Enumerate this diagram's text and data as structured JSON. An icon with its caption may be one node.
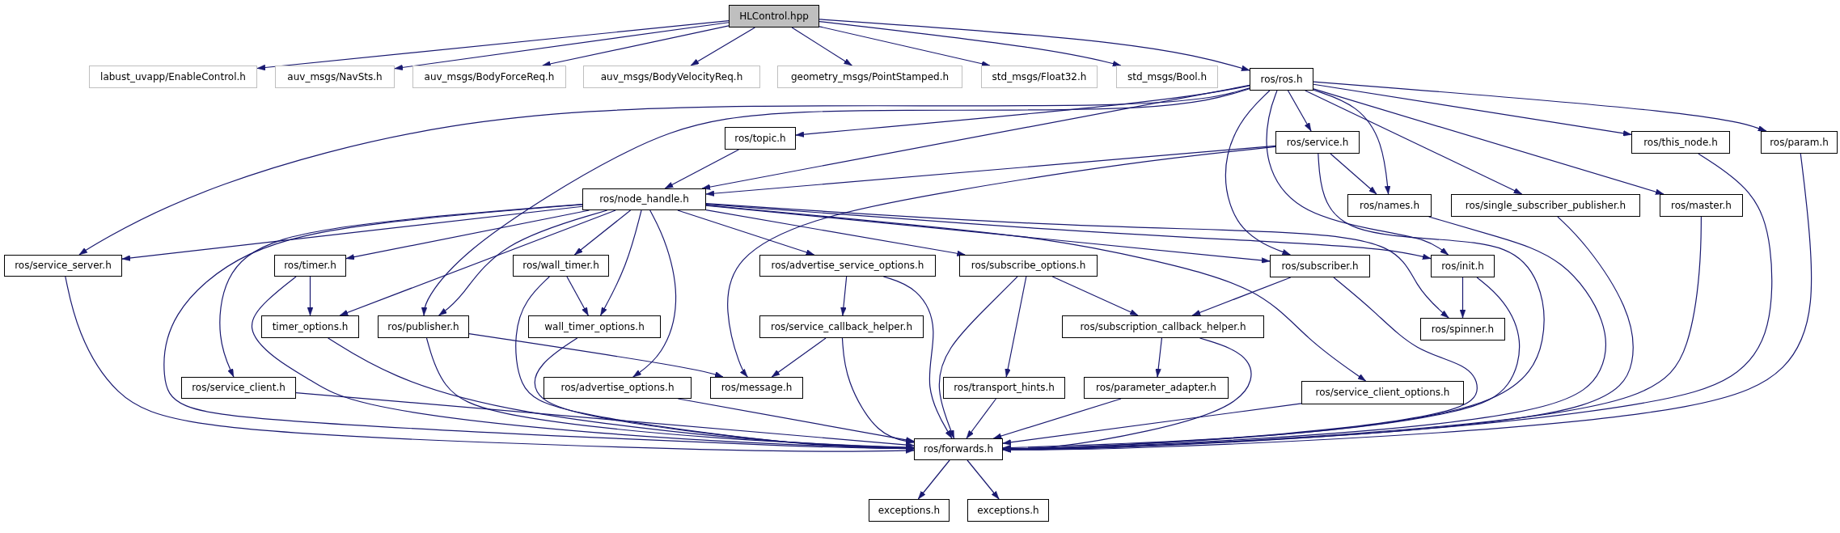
{
  "diagram": {
    "nodes": [
      {
        "text": [
          "HLControl.hpp"
        ]
      },
      {
        "text": [
          "labust_uvapp/EnableControl.h"
        ]
      },
      {
        "text": [
          "auv_msgs/NavSts.h"
        ]
      },
      {
        "text": [
          "auv_msgs/BodyForceReq.h"
        ]
      },
      {
        "text": [
          "auv_msgs/BodyVelocityReq.h"
        ]
      },
      {
        "text": [
          "geometry_msgs/PointStamped.h"
        ]
      },
      {
        "text": [
          "std_msgs/Float32.h"
        ]
      },
      {
        "text": [
          "std_msgs/Bool.h"
        ]
      },
      {
        "text": [
          "ros/ros.h"
        ]
      },
      {
        "text": [
          "ros/topic.h"
        ]
      },
      {
        "text": [
          "ros/service.h"
        ]
      },
      {
        "text": [
          "ros/this_node.h"
        ]
      },
      {
        "text": [
          "ros/param.h"
        ]
      },
      {
        "text": [
          "ros/node_handle.h"
        ]
      },
      {
        "text": [
          "ros/names.h"
        ]
      },
      {
        "text": [
          "ros/single_subscriber_publisher.h"
        ]
      },
      {
        "text": [
          "ros/master.h"
        ]
      },
      {
        "text": [
          "ros/service_server.h"
        ]
      },
      {
        "text": [
          "ros/timer.h"
        ]
      },
      {
        "text": [
          "ros/wall_timer.h"
        ]
      },
      {
        "text": [
          "ros/advertise_service_options.h"
        ]
      },
      {
        "text": [
          "ros/subscribe_options.h"
        ]
      },
      {
        "text": [
          "ros/subscriber.h"
        ]
      },
      {
        "text": [
          "ros/init.h"
        ]
      },
      {
        "text": [
          "timer_options.h"
        ]
      },
      {
        "text": [
          "ros/publisher.h"
        ]
      },
      {
        "text": [
          "wall_timer_options.h"
        ]
      },
      {
        "text": [
          "ros/service_callback_helper.h"
        ]
      },
      {
        "text": [
          "ros/subscription_callback_helper.h"
        ]
      },
      {
        "text": [
          "ros/spinner.h"
        ]
      },
      {
        "text": [
          "ros/service_client.h"
        ]
      },
      {
        "text": [
          "ros/advertise_options.h"
        ]
      },
      {
        "text": [
          "ros/message.h"
        ]
      },
      {
        "text": [
          "ros/transport_hints.h"
        ]
      },
      {
        "text": [
          "ros/parameter_adapter.h"
        ]
      },
      {
        "text": [
          "ros/service_client_options.h"
        ]
      },
      {
        "text": [
          "ros/forwards.h"
        ]
      },
      {
        "text": [
          "exceptions.h"
        ]
      },
      {
        "text": [
          "exceptions.h"
        ]
      }
    ],
    "edges": [
      {
        "from": 0,
        "to": 1,
        "arrow": "to"
      },
      {
        "from": 0,
        "to": 2,
        "arrow": "to"
      },
      {
        "from": 0,
        "to": 3,
        "arrow": "to"
      },
      {
        "from": 0,
        "to": 4,
        "arrow": "to"
      },
      {
        "from": 0,
        "to": 5,
        "arrow": "to"
      },
      {
        "from": 0,
        "to": 6,
        "arrow": "to"
      },
      {
        "from": 0,
        "to": 7,
        "arrow": "to"
      },
      {
        "from": 0,
        "to": 8,
        "arrow": "to"
      },
      {
        "from": 8,
        "to": 17,
        "arrow": "to"
      },
      {
        "from": 8,
        "to": 25,
        "arrow": "to"
      },
      {
        "from": 8,
        "to": 9,
        "arrow": "to"
      },
      {
        "from": 8,
        "to": 13,
        "arrow": "to"
      },
      {
        "from": 8,
        "to": 10,
        "arrow": "to"
      },
      {
        "from": 8,
        "to": 14,
        "arrow": "to"
      },
      {
        "from": 8,
        "to": 22,
        "arrow": "to"
      },
      {
        "from": 8,
        "to": 23,
        "arrow": "to"
      },
      {
        "from": 8,
        "to": 15,
        "arrow": "to"
      },
      {
        "from": 8,
        "to": 16,
        "arrow": "to"
      },
      {
        "from": 8,
        "to": 11,
        "arrow": "to"
      },
      {
        "from": 8,
        "to": 12,
        "arrow": "to"
      },
      {
        "from": 9,
        "to": 13,
        "arrow": "to"
      },
      {
        "from": 10,
        "to": 13,
        "arrow": "to"
      },
      {
        "from": 10,
        "to": 14,
        "arrow": "to"
      },
      {
        "from": 10,
        "to": 32,
        "arrow": "to"
      },
      {
        "from": 10,
        "to": 36,
        "arrow": "to"
      },
      {
        "from": 11,
        "to": 36,
        "arrow": "to"
      },
      {
        "from": 12,
        "to": 36,
        "arrow": "to"
      },
      {
        "from": 13,
        "to": 17,
        "arrow": "to"
      },
      {
        "from": 13,
        "to": 30,
        "arrow": "to"
      },
      {
        "from": 13,
        "to": 36,
        "arrow": "to"
      },
      {
        "from": 13,
        "to": 18,
        "arrow": "to"
      },
      {
        "from": 13,
        "to": 24,
        "arrow": "to"
      },
      {
        "from": 13,
        "to": 25,
        "arrow": "to"
      },
      {
        "from": 13,
        "to": 19,
        "arrow": "to"
      },
      {
        "from": 13,
        "to": 26,
        "arrow": "to"
      },
      {
        "from": 13,
        "to": 31,
        "arrow": "to"
      },
      {
        "from": 13,
        "to": 20,
        "arrow": "to"
      },
      {
        "from": 13,
        "to": 21,
        "arrow": "to"
      },
      {
        "from": 13,
        "to": 35,
        "arrow": "to"
      },
      {
        "from": 13,
        "to": 22,
        "arrow": "to"
      },
      {
        "from": 13,
        "to": 23,
        "arrow": "to"
      },
      {
        "from": 13,
        "to": 29,
        "arrow": "to"
      },
      {
        "from": 14,
        "to": 36,
        "arrow": "to"
      },
      {
        "from": 15,
        "to": 36,
        "arrow": "to"
      },
      {
        "from": 16,
        "to": 36,
        "arrow": "to"
      },
      {
        "from": 17,
        "to": 36,
        "arrow": "to"
      },
      {
        "from": 18,
        "to": 24,
        "arrow": "to"
      },
      {
        "from": 18,
        "to": 36,
        "arrow": "to"
      },
      {
        "from": 19,
        "to": 26,
        "arrow": "to"
      },
      {
        "from": 19,
        "to": 36,
        "arrow": "to"
      },
      {
        "from": 20,
        "to": 27,
        "arrow": "to"
      },
      {
        "from": 20,
        "to": 36,
        "arrow": "to"
      },
      {
        "from": 21,
        "to": 36,
        "arrow": "to"
      },
      {
        "from": 21,
        "to": 33,
        "arrow": "to"
      },
      {
        "from": 21,
        "to": 28,
        "arrow": "to"
      },
      {
        "from": 22,
        "to": 28,
        "arrow": "to"
      },
      {
        "from": 22,
        "to": 36,
        "arrow": "to"
      },
      {
        "from": 23,
        "to": 29,
        "arrow": "to"
      },
      {
        "from": 23,
        "to": 36,
        "arrow": "to"
      },
      {
        "from": 24,
        "to": 36,
        "arrow": "to"
      },
      {
        "from": 25,
        "to": 32,
        "arrow": "to"
      },
      {
        "from": 25,
        "to": 36,
        "arrow": "to"
      },
      {
        "from": 26,
        "to": 36,
        "arrow": "to"
      },
      {
        "from": 27,
        "to": 32,
        "arrow": "to"
      },
      {
        "from": 27,
        "to": 36,
        "arrow": "to"
      },
      {
        "from": 28,
        "to": 34,
        "arrow": "to"
      },
      {
        "from": 28,
        "to": 36,
        "arrow": "to"
      },
      {
        "from": 30,
        "to": 36,
        "arrow": "to"
      },
      {
        "from": 31,
        "to": 36,
        "arrow": "to"
      },
      {
        "from": 33,
        "to": 36,
        "arrow": "to"
      },
      {
        "from": 34,
        "to": 36,
        "arrow": "to"
      },
      {
        "from": 35,
        "to": 36,
        "arrow": "to"
      },
      {
        "from": 36,
        "to": 37,
        "arrow": "to"
      },
      {
        "from": 36,
        "to": 38,
        "arrow": "to"
      }
    ]
  }
}
